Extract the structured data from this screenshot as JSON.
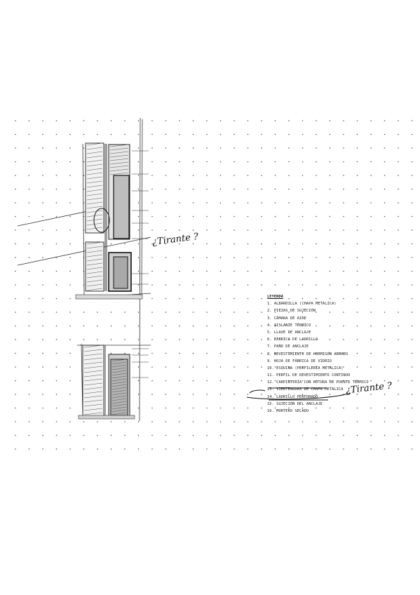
{
  "annotations": {
    "tirante_1": "¿Tirante ?",
    "tirante_2": "¿Tirante ?"
  },
  "legend": {
    "title": "LEYENDA",
    "items": [
      "1. ALBARDILLA (CHAPA METÁLICA)",
      "2. PIEZAS DE SUJECIÓN",
      "3. CÁMARA DE AIRE",
      "4. AISLANTE TÉRMICO",
      "5. LLAVE DE ANCLAJE",
      "6. FÁBRICA DE LADRILLO",
      "7. PAÑO DE ANCLAJE",
      "8. REVESTIMIENTO DE HORMIGÓN ARMADO",
      "9. HOJA DE FÁBRICA DE VIDRIO",
      "10. ESQUINA (PERFILERÍA METÁLICA)",
      "11. PERFIL DE REVESTIMIENTO CONTINUO",
      "12. CARPINTERÍA CON ROTURA DE PUENTE TÉRMICO",
      "13. VIERTEAGUAS DE CHAPA METÁLICA",
      "14. LADRILLO PERFORADO",
      "15. SUJECIÓN DEL ANCLAJE",
      "16. MORTERO SECADO"
    ]
  }
}
